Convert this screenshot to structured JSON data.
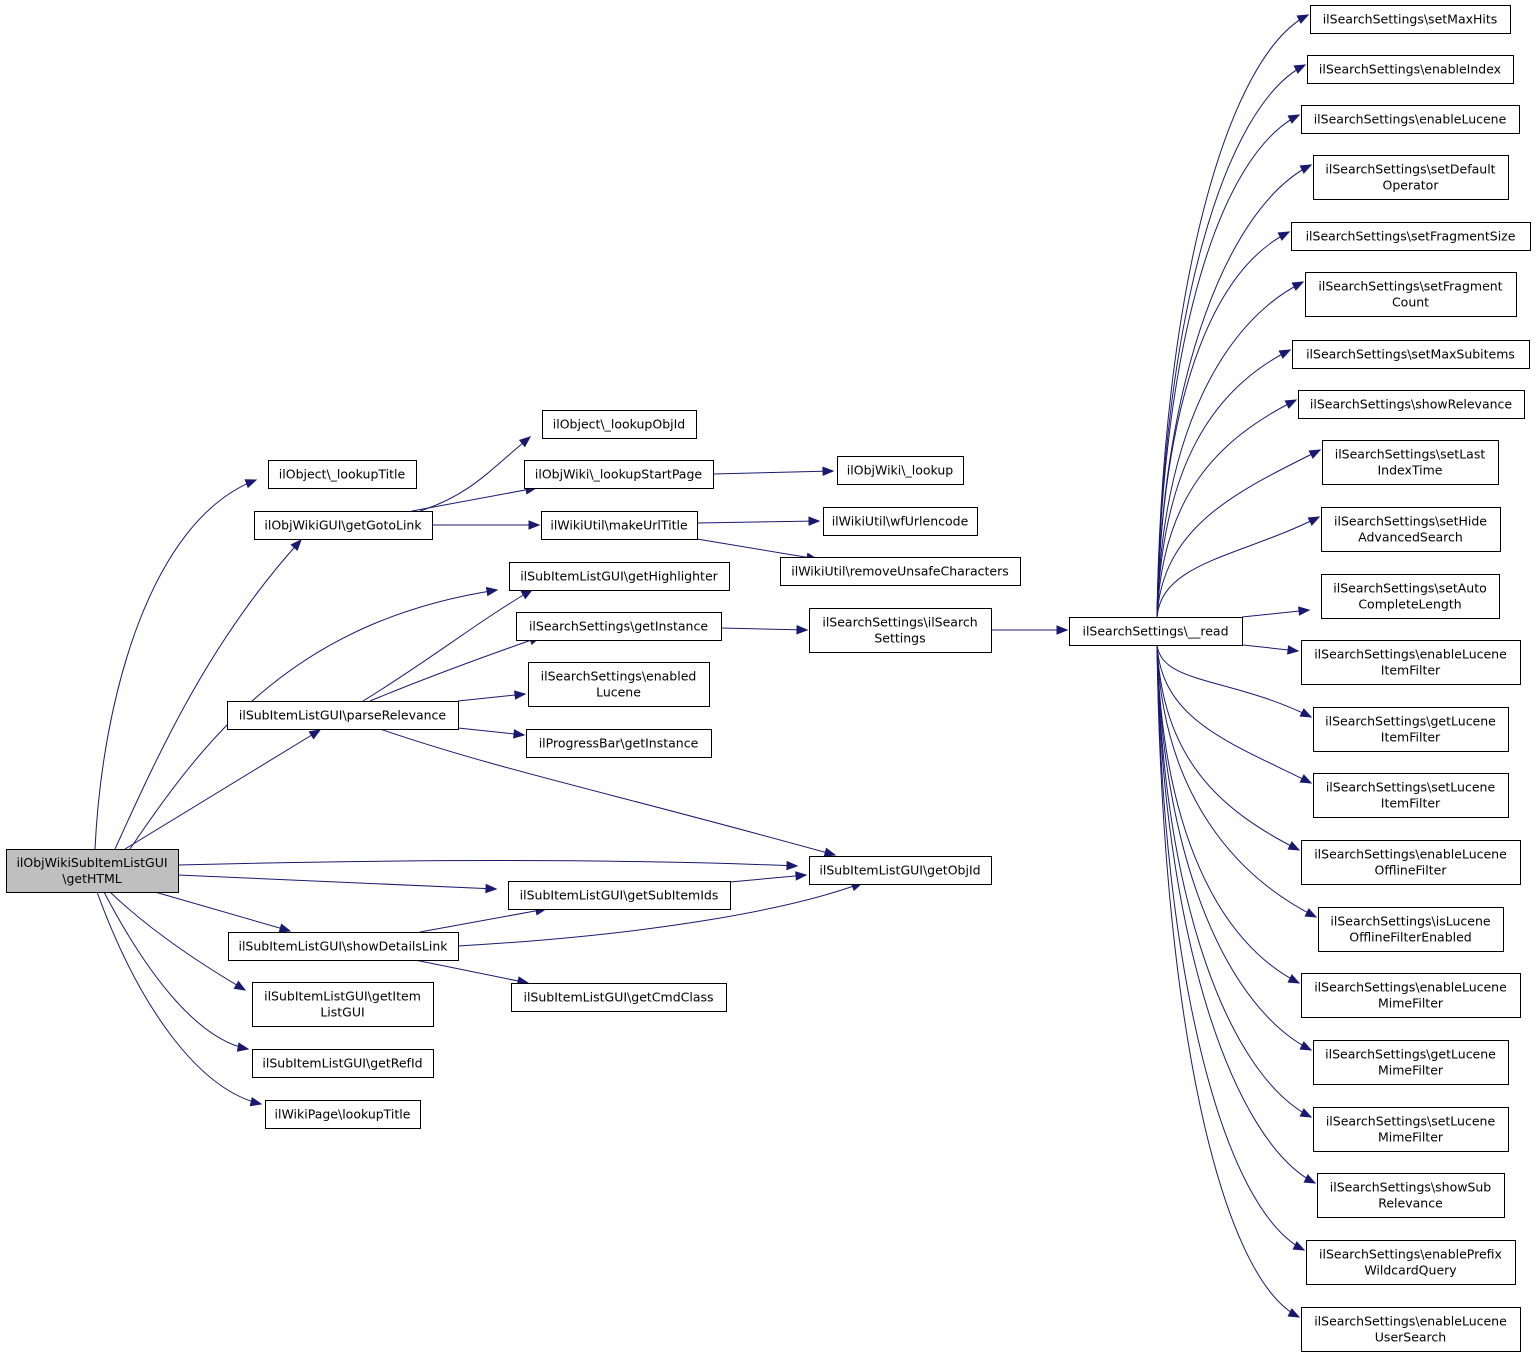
{
  "diagram": {
    "type": "call-graph",
    "colors": {
      "edge": "#191970",
      "root_fill": "#bfbfbf",
      "node_fill": "#ffffff",
      "node_border": "#000000"
    },
    "nodes": {
      "root": [
        "ilObjWikiSubItemListGUI",
        "\\getHTML"
      ],
      "lookupTitle": [
        "ilObject\\_lookupTitle"
      ],
      "getGotoLink": [
        "ilObjWikiGUI\\getGotoLink"
      ],
      "lookupObjId": [
        "ilObject\\_lookupObjId"
      ],
      "lookupStartPage": [
        "ilObjWiki\\_lookupStartPage"
      ],
      "ilObjWikiLookup": [
        "ilObjWiki\\_lookup"
      ],
      "makeUrlTitle": [
        "ilWikiUtil\\makeUrlTitle"
      ],
      "wfUrlencode": [
        "ilWikiUtil\\wfUrlencode"
      ],
      "removeUnsafe": [
        "ilWikiUtil\\removeUnsafeCharacters"
      ],
      "getHighlighter": [
        "ilSubItemListGUI\\getHighlighter"
      ],
      "getInstance": [
        "ilSearchSettings\\getInstance"
      ],
      "ctor": [
        "ilSearchSettings\\ilSearch",
        "Settings"
      ],
      "read": [
        "ilSearchSettings\\__read"
      ],
      "enabledLucene": [
        "ilSearchSettings\\enabled",
        "Lucene"
      ],
      "parseRelevance": [
        "ilSubItemListGUI\\parseRelevance"
      ],
      "progressBar": [
        "ilProgressBar\\getInstance"
      ],
      "getObjId": [
        "ilSubItemListGUI\\getObjId"
      ],
      "getSubItemIds": [
        "ilSubItemListGUI\\getSubItemIds"
      ],
      "showDetailsLink": [
        "ilSubItemListGUI\\showDetailsLink"
      ],
      "getCmdClass": [
        "ilSubItemListGUI\\getCmdClass"
      ],
      "getItemListGUI": [
        "ilSubItemListGUI\\getItem",
        "ListGUI"
      ],
      "getRefId": [
        "ilSubItemListGUI\\getRefId"
      ],
      "wikiLookupTitle": [
        "ilWikiPage\\lookupTitle"
      ],
      "setMaxHits": [
        "ilSearchSettings\\setMaxHits"
      ],
      "enableIndex": [
        "ilSearchSettings\\enableIndex"
      ],
      "enableLucene": [
        "ilSearchSettings\\enableLucene"
      ],
      "setDefaultOperator": [
        "ilSearchSettings\\setDefault",
        "Operator"
      ],
      "setFragmentSize": [
        "ilSearchSettings\\setFragmentSize"
      ],
      "setFragmentCount": [
        "ilSearchSettings\\setFragment",
        "Count"
      ],
      "setMaxSubitems": [
        "ilSearchSettings\\setMaxSubitems"
      ],
      "showRelevance": [
        "ilSearchSettings\\showRelevance"
      ],
      "setLastIndexTime": [
        "ilSearchSettings\\setLast",
        "IndexTime"
      ],
      "setHideAdvanced": [
        "ilSearchSettings\\setHide",
        "AdvancedSearch"
      ],
      "setAutoComplete": [
        "ilSearchSettings\\setAuto",
        "CompleteLength"
      ],
      "enableLuceneItemFilter": [
        "ilSearchSettings\\enableLucene",
        "ItemFilter"
      ],
      "getLuceneItemFilter": [
        "ilSearchSettings\\getLucene",
        "ItemFilter"
      ],
      "setLuceneItemFilter": [
        "ilSearchSettings\\setLucene",
        "ItemFilter"
      ],
      "enableLuceneOffline": [
        "ilSearchSettings\\enableLucene",
        "OfflineFilter"
      ],
      "isLuceneOffline": [
        "ilSearchSettings\\isLucene",
        "OfflineFilterEnabled"
      ],
      "enableLuceneMime": [
        "ilSearchSettings\\enableLucene",
        "MimeFilter"
      ],
      "getLuceneMime": [
        "ilSearchSettings\\getLucene",
        "MimeFilter"
      ],
      "setLuceneMime": [
        "ilSearchSettings\\setLucene",
        "MimeFilter"
      ],
      "showSubRelevance": [
        "ilSearchSettings\\showSub",
        "Relevance"
      ],
      "enablePrefix": [
        "ilSearchSettings\\enablePrefix",
        "WildcardQuery"
      ],
      "enableLuceneUser": [
        "ilSearchSettings\\enableLucene",
        "UserSearch"
      ]
    }
  }
}
